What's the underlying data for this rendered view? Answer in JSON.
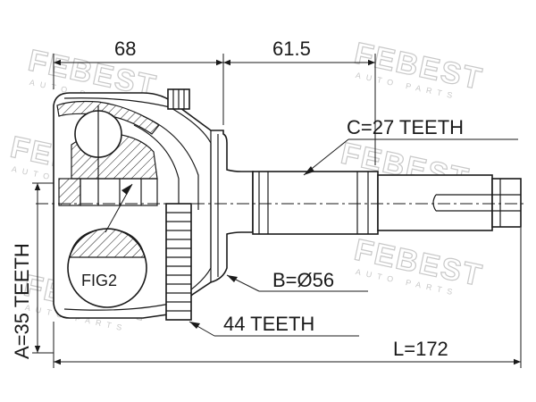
{
  "watermark": {
    "brand": "FEBEST",
    "tagline": "AUTO PARTS"
  },
  "dimensions": {
    "left_length": "68",
    "right_length": "61.5",
    "overall_length": "L=172"
  },
  "callouts": {
    "outer_spline": "C=27 TEETH",
    "inner_spline": "A=35 TEETH",
    "diameter": "B=Ø56",
    "abs_ring": "44 TEETH",
    "figure": "FIG2"
  }
}
